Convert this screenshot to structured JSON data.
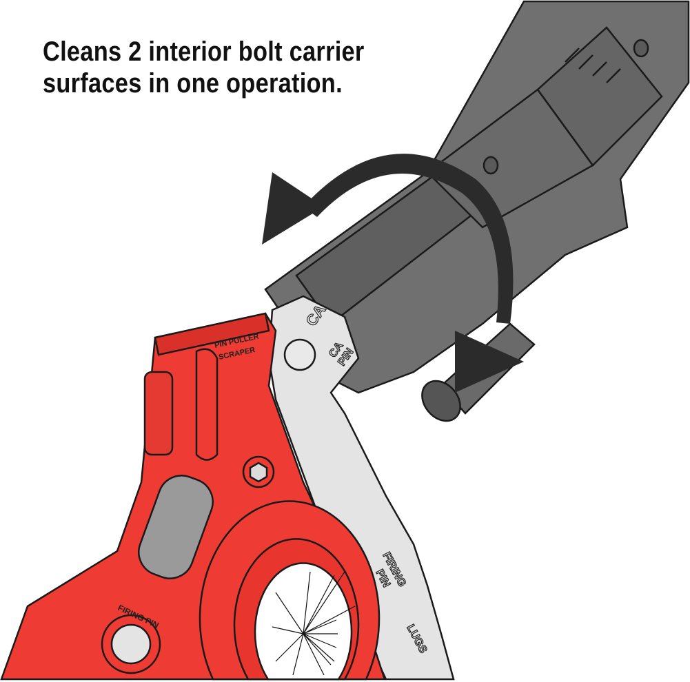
{
  "headline": {
    "line1": "Cleans 2 interior bolt carrier",
    "line2": "surfaces in one operation."
  },
  "tool_labels": {
    "pin_puller": "PIN PULLER",
    "scraper": "SCRAPER",
    "firing_pin_red": "FIRING PIN",
    "firing_pin_blade": "FIRING",
    "firing_pin_blade_2": "PIN",
    "lugs": "LUGS",
    "carrier_partial_1": "CA",
    "carrier_partial_2": "CA",
    "carrier_partial_3": "PIN"
  },
  "colors": {
    "tool_red": "#ee3b33",
    "carrier_gray": "#6f6f6f",
    "blade_silver": "#e4e4e4",
    "arrow": "#2b2b2b"
  },
  "icons": [
    "rotation-arrow-icon"
  ]
}
